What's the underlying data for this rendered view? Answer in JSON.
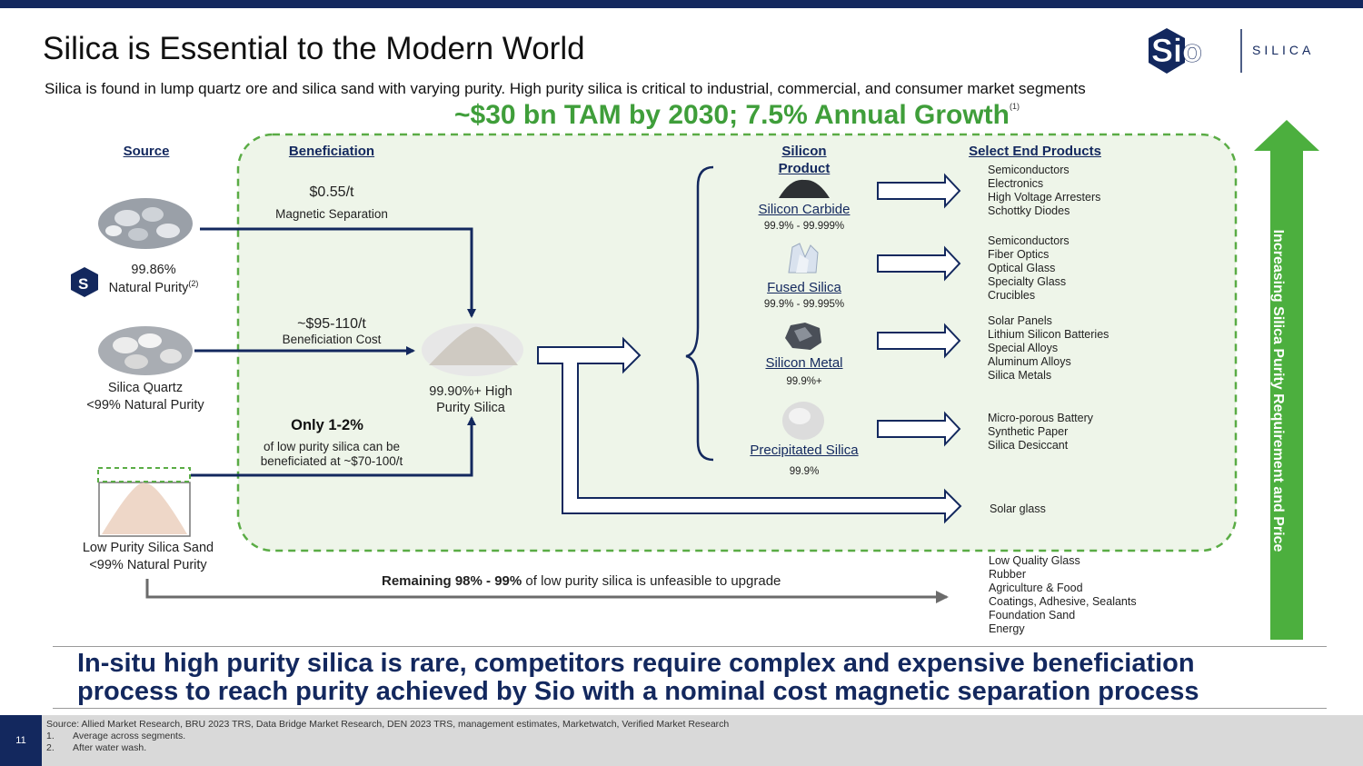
{
  "title": "Silica is Essential to the Modern World",
  "subtitle": "Silica is found in lump quartz ore and silica sand with varying purity. High purity silica is critical to industrial, commercial, and consumer market segments",
  "tam": {
    "text": "~$30 bn TAM by 2030; 7.5% Annual Growth",
    "footnote": "(1)"
  },
  "logo": {
    "mark": "Sio",
    "text": "SILICA"
  },
  "headers": {
    "source": "Source",
    "beneficiation": "Beneficiation",
    "silicon_product_1": "Silicon",
    "silicon_product_2": "Product",
    "end_products": "Select End Products"
  },
  "sources": {
    "sio": {
      "line1": "99.86%",
      "line2": "Natural Purity",
      "note": "(2)",
      "icon": "sio-s-icon"
    },
    "quartz": {
      "line1": "Silica Quartz",
      "line2": "<99% Natural Purity"
    },
    "sand": {
      "line1": "Low Purity Silica Sand",
      "line2": "<99% Natural Purity"
    }
  },
  "beneficiation": {
    "magnetic": {
      "cost": "$0.55/t",
      "label": "Magnetic Separation"
    },
    "quartz": {
      "cost": "~$95-110/t",
      "label": "Beneficiation Cost"
    },
    "sand": {
      "headline": "Only 1-2%",
      "line1": "of low purity silica can be",
      "line2": "beneficiated at ~$70-100/t"
    }
  },
  "high_purity": {
    "line1": "99.90%+ High",
    "line2": "Purity Silica"
  },
  "products": [
    {
      "name": "Silicon Carbide",
      "purity": "99.9% - 99.999%",
      "icon": "silicon-carbide-icon",
      "ends": [
        "Semiconductors",
        "Electronics",
        "High Voltage Arresters",
        "Schottky Diodes"
      ]
    },
    {
      "name": "Fused Silica",
      "purity": "99.9% - 99.995%",
      "icon": "fused-silica-icon",
      "ends": [
        "Semiconductors",
        "Fiber Optics",
        "Optical Glass",
        "Specialty Glass",
        "Crucibles"
      ]
    },
    {
      "name": "Silicon Metal",
      "purity": "99.9%+",
      "icon": "silicon-metal-icon",
      "ends": [
        "Solar Panels",
        "Lithium Silicon Batteries",
        "Special Alloys",
        "Aluminum Alloys",
        "Silica Metals"
      ]
    },
    {
      "name": "Precipitated Silica",
      "purity": "99.9%",
      "icon": "precipitated-silica-icon",
      "ends": [
        "Micro-porous Battery",
        "Synthetic Paper",
        "Silica Desiccant"
      ]
    }
  ],
  "solar_glass": "Solar glass",
  "remaining": {
    "bold": "Remaining 98% - 99%",
    "rest": " of low purity silica is unfeasible to upgrade"
  },
  "low_quality_ends": [
    "Low Quality Glass",
    "Rubber",
    "Agriculture & Food",
    "Coatings, Adhesive, Sealants",
    "Foundation Sand",
    "Energy"
  ],
  "vertical_arrow": "Increasing Silica Purity Requirement and Price",
  "banner": "In-situ high purity silica is rare, competitors require complex and expensive beneficiation process to reach purity achieved by Sio with a nominal cost magnetic separation process",
  "footer": {
    "page": "11",
    "source": "Source: Allied Market Research, BRU 2023 TRS, Data Bridge Market Research, DEN 2023 TRS, management estimates, Marketwatch, Verified Market Research",
    "notes": [
      {
        "num": "1.",
        "text": "Average across segments."
      },
      {
        "num": "2.",
        "text": "After water wash."
      }
    ]
  },
  "colors": {
    "navy": "#13285e",
    "green": "#3f9e3a",
    "box_fill": "#eef5e9",
    "grey_arrow": "#6b6b6b"
  }
}
